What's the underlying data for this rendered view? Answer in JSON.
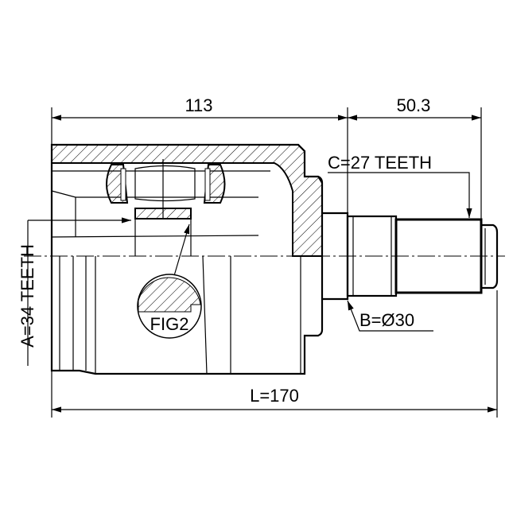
{
  "dimensions": {
    "housing_length": "113",
    "shaft_length": "50.3",
    "total_length": "L=170",
    "outer_spline": "C=27 TEETH",
    "shaft_diameter": "B=Ø30",
    "inner_spline": "A=34 TEETH"
  },
  "detail_label": "FIG2"
}
